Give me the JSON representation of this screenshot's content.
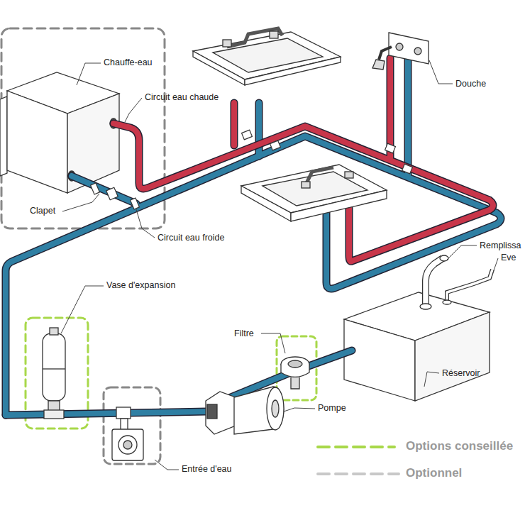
{
  "diagram": {
    "labels": [
      "Chauffe-eau",
      "Circuit eau chaude",
      "Douche",
      "Clapet",
      "Circuit eau froide",
      "Remplissa",
      "Eve",
      "Vase d'expansion",
      "Filtre",
      "Réservoir",
      "Pompe",
      "Entrée d'eau"
    ],
    "legend": [
      {
        "text": "Options conseillée"
      },
      {
        "text": "Optionnel"
      }
    ]
  }
}
